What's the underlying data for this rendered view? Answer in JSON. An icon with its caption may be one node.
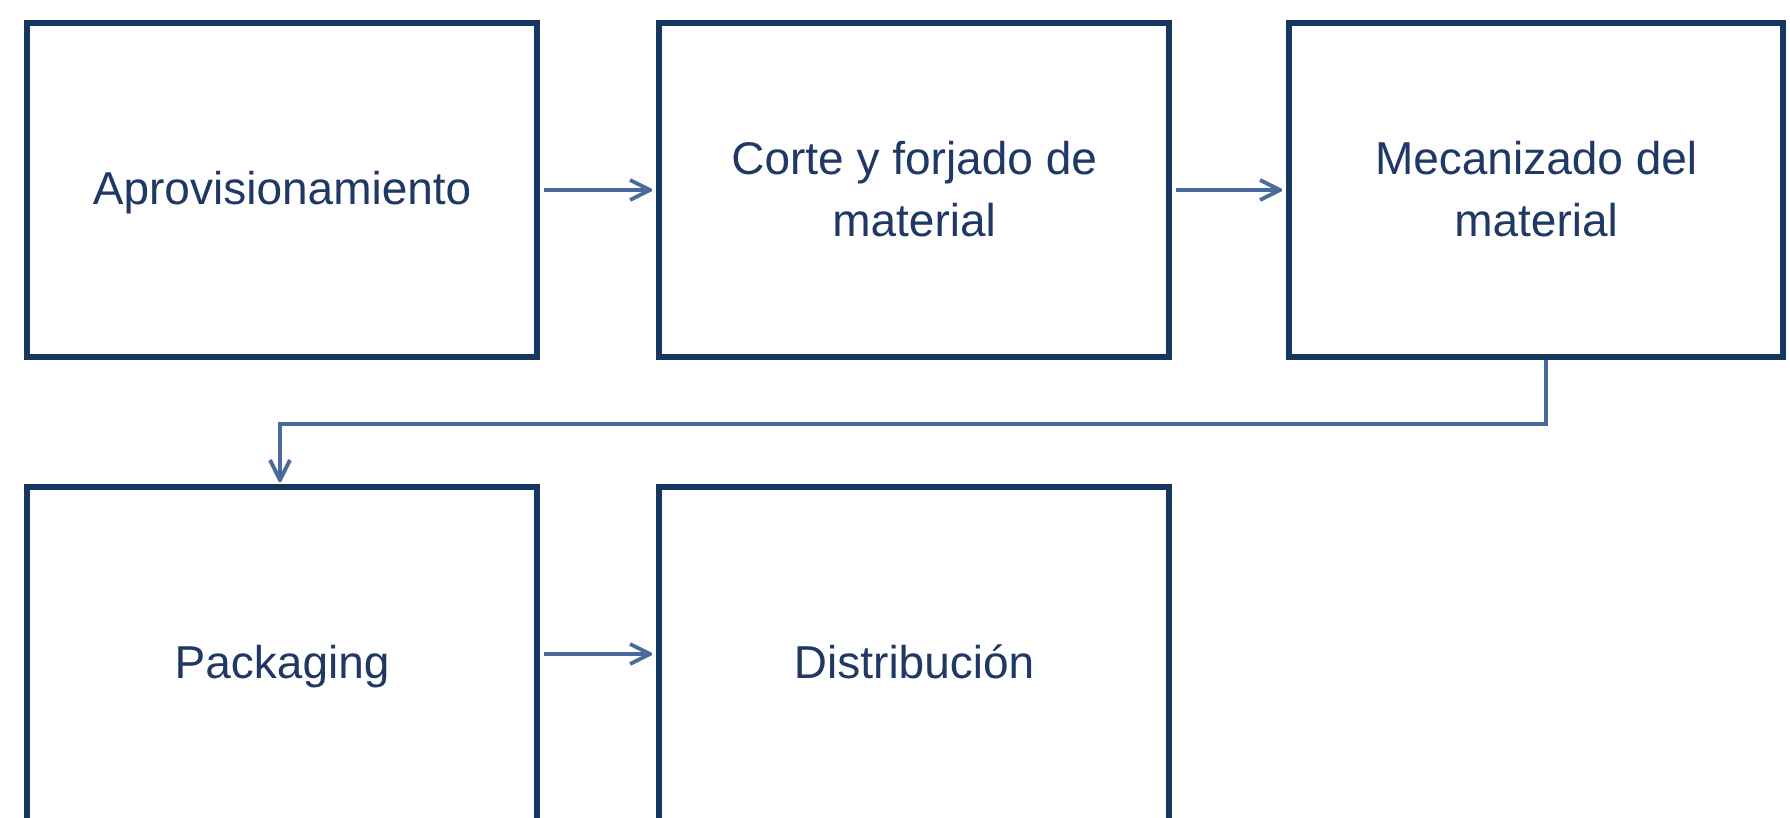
{
  "diagram": {
    "nodes": [
      {
        "text": [
          "Aprovisionamiento"
        ]
      },
      {
        "text": [
          "Corte y forjado de material"
        ]
      },
      {
        "text": [
          "Mecanizado del material"
        ]
      },
      {
        "text": [
          "Packaging"
        ]
      },
      {
        "text": [
          "Distribución"
        ]
      }
    ],
    "edges": [
      {
        "from": 0,
        "to": 1,
        "arrow": "to"
      },
      {
        "from": 1,
        "to": 2,
        "arrow": "to"
      },
      {
        "from": 2,
        "to": 3,
        "arrow": "to"
      },
      {
        "from": 3,
        "to": 4,
        "arrow": "to"
      }
    ]
  }
}
